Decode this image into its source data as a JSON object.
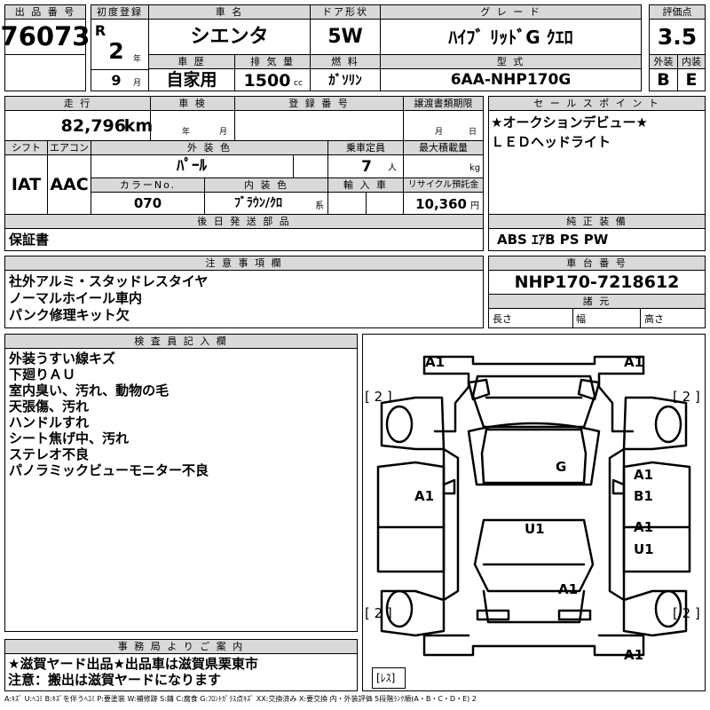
{
  "header": {
    "lot_label": "出 品 番 号",
    "lot_no": "76073",
    "first_reg_label": "初度登録",
    "era": "R",
    "year": "2",
    "year_unit": "年",
    "month": "9",
    "month_unit": "月",
    "car_name_label": "車 名",
    "car_name": "シエンタ",
    "history_label": "車 歴",
    "history": "自家用",
    "displacement_label": "排 気 量",
    "displacement": "1500",
    "displacement_unit": "cc",
    "door_label": "ドア形状",
    "door": "5W",
    "fuel_label": "燃 料",
    "fuel": "ｶﾞｿﾘﾝ",
    "grade_label": "グ レ ー ド",
    "grade": "ﾊｲﾌﾞ ﾘｯﾄﾞG ｸｴﾛ",
    "model_label": "型 式",
    "model": "6AA-NHP170G",
    "score_label": "評価点",
    "score": "3.5",
    "exterior_label": "外装",
    "exterior": "B",
    "interior_label": "内装",
    "interior": "E"
  },
  "row2": {
    "mileage_label": "走 行",
    "mileage": "82,796",
    "mileage_unit": "km",
    "inspection_label": "車 検",
    "inspection_year_unit": "年",
    "inspection_month_unit": "月",
    "reg_no_label": "登 録 番 号",
    "transfer_label": "譲渡書類期限",
    "transfer_month_unit": "月",
    "transfer_day_unit": "日",
    "shift_label": "シフト",
    "shift": "IAT",
    "ac_label": "エアコン",
    "ac": "AAC",
    "color_label": "外 装 色",
    "color": "ﾊﾟｰﾙ",
    "capacity_label": "乗車定員",
    "capacity": "7",
    "capacity_unit": "人",
    "load_label": "最大積載量",
    "load_unit": "kg",
    "color_no_label": "カラーNo.",
    "color_no": "070",
    "int_color_label": "内 装 色",
    "int_color": "ﾌﾞﾗｳﾝ/ｸﾛ",
    "int_color_suffix": "系",
    "import_label": "輸 入 車",
    "recycle_label": "リサイクル預託金",
    "recycle": "10,360",
    "recycle_unit": "円",
    "later_parts_label": "後 日 発 送 部 品",
    "later_parts": "保証書"
  },
  "selling_points": {
    "label": "セ ー ル ス ポ イ ン ト",
    "lines": [
      "★オークションデビュー★",
      "ＬＥＤヘッドライト"
    ]
  },
  "equipment": {
    "label": "純 正 装 備",
    "value": "ABS ｴｱB PS PW"
  },
  "notes": {
    "label": "注 意 事 項 欄",
    "lines": [
      "社外アルミ・スタッドレスタイヤ",
      "ノーマルホイール車内",
      "パンク修理キット欠"
    ]
  },
  "chassis": {
    "label": "車 台 番 号",
    "value": "NHP170-7218612",
    "spec_label": "諸 元",
    "length_label": "長さ",
    "width_label": "幅",
    "height_label": "高さ"
  },
  "inspector": {
    "label": "検 査 員 記 入 欄",
    "lines": [
      "外装うすい線キズ",
      "下廻りＡＵ",
      "室内臭い、汚れ、動物の毛",
      "天張傷、汚れ",
      "ハンドルすれ",
      "シート焦げ中、汚れ",
      "ステレオ不良",
      "パノラミックビューモニター不良"
    ]
  },
  "diagram": {
    "marks": [
      "A1",
      "A1",
      "[ 2 ]",
      "[ 2 ]",
      "G",
      "A1",
      "A1",
      "B1",
      "U1",
      "A1",
      "U1",
      "A1",
      "[ 2 ]",
      "[ 2 ]",
      "A1",
      "[ﾚｽ]"
    ]
  },
  "office": {
    "label": "事 務 局 よ り ご 案 内",
    "lines": [
      "★滋賀ヤード出品★出品車は滋賀県栗東市",
      "注意：搬出は滋賀ヤードになります"
    ]
  },
  "legend": "A:ｷｽﾞ U:ﾍｺﾐ B:ｷｽﾞを伴うﾍｺﾐ P:要塗装 W:補修跡 S:錆 C:腐食 G:ﾌﾛﾝﾄｶﾞﾗｽ点ｷｽﾞ XX:交換済み X:要交換 内・外装評価 5段階ﾗﾝｸ順(A・B・C・D・E) 2"
}
